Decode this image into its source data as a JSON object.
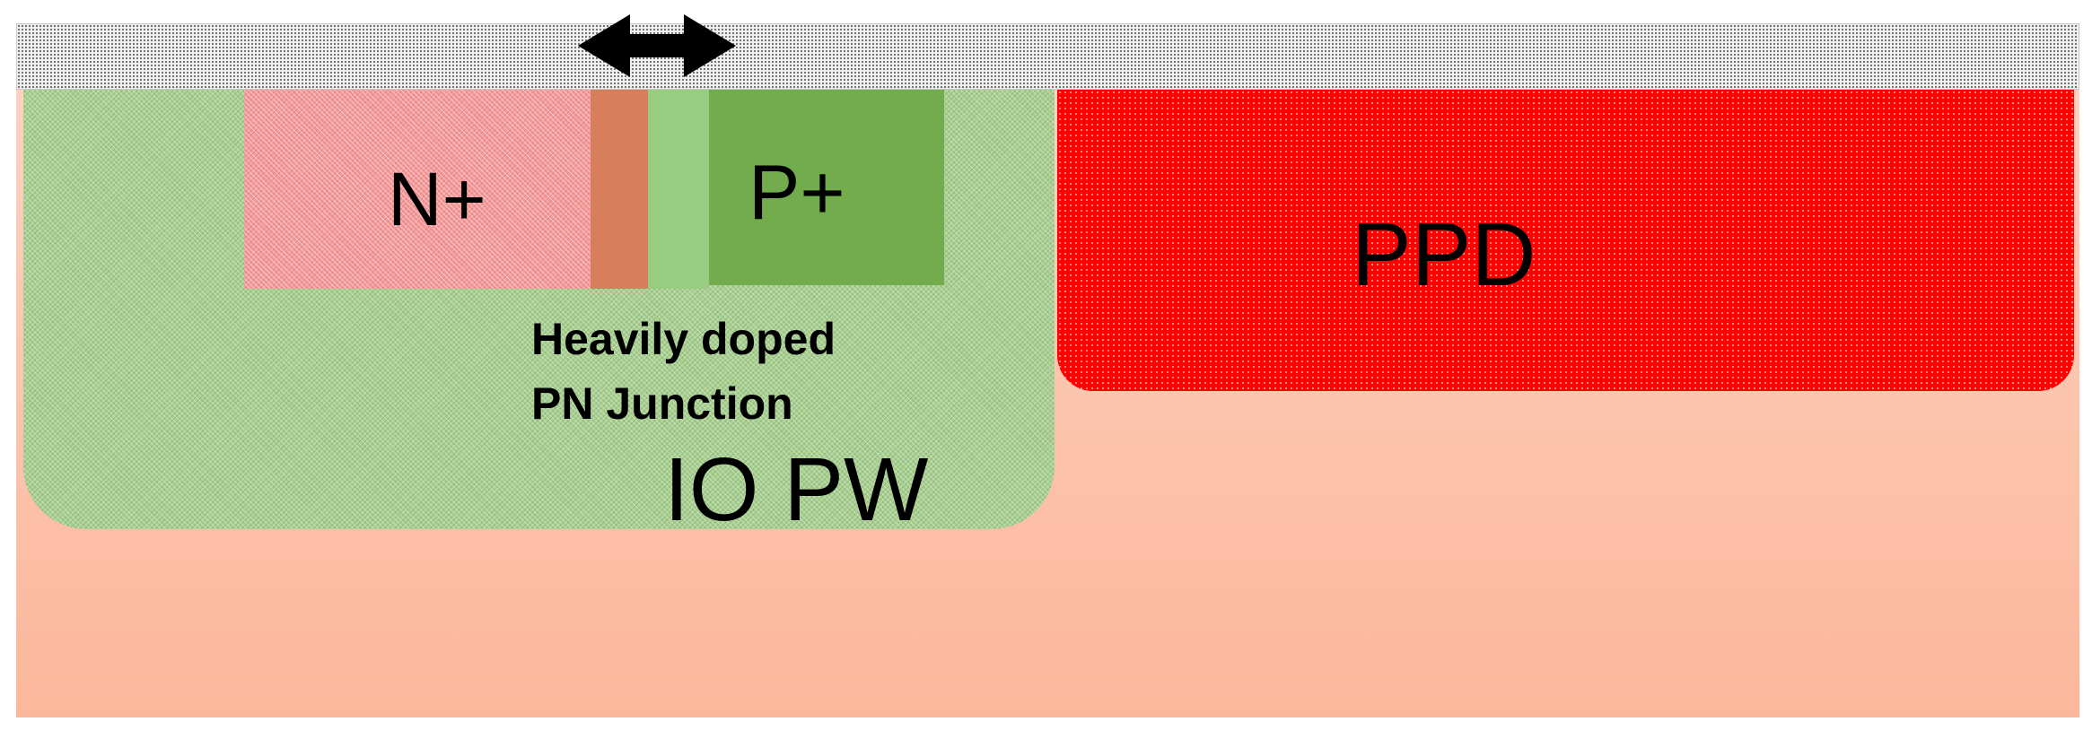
{
  "diagram": {
    "regions": {
      "n_plus": "N+",
      "p_plus": "P+",
      "ppd": "PPD",
      "io_pw": "IO PW"
    },
    "annotation": {
      "line1": "Heavily doped",
      "line2": "PN Junction"
    },
    "icons": {
      "width_arrow": "double-headed-arrow-icon"
    },
    "colors": {
      "n_plus": "#f39a9a",
      "junction_n": "#d77f5c",
      "junction_p": "#98cc80",
      "p_plus": "#72ac4d",
      "io_pw": "#a9cf93",
      "ppd": "#ff0000",
      "substrate_top": "#fdd2c0",
      "substrate_bottom": "#fbb79a",
      "oxide": "#f0f0f0"
    }
  }
}
